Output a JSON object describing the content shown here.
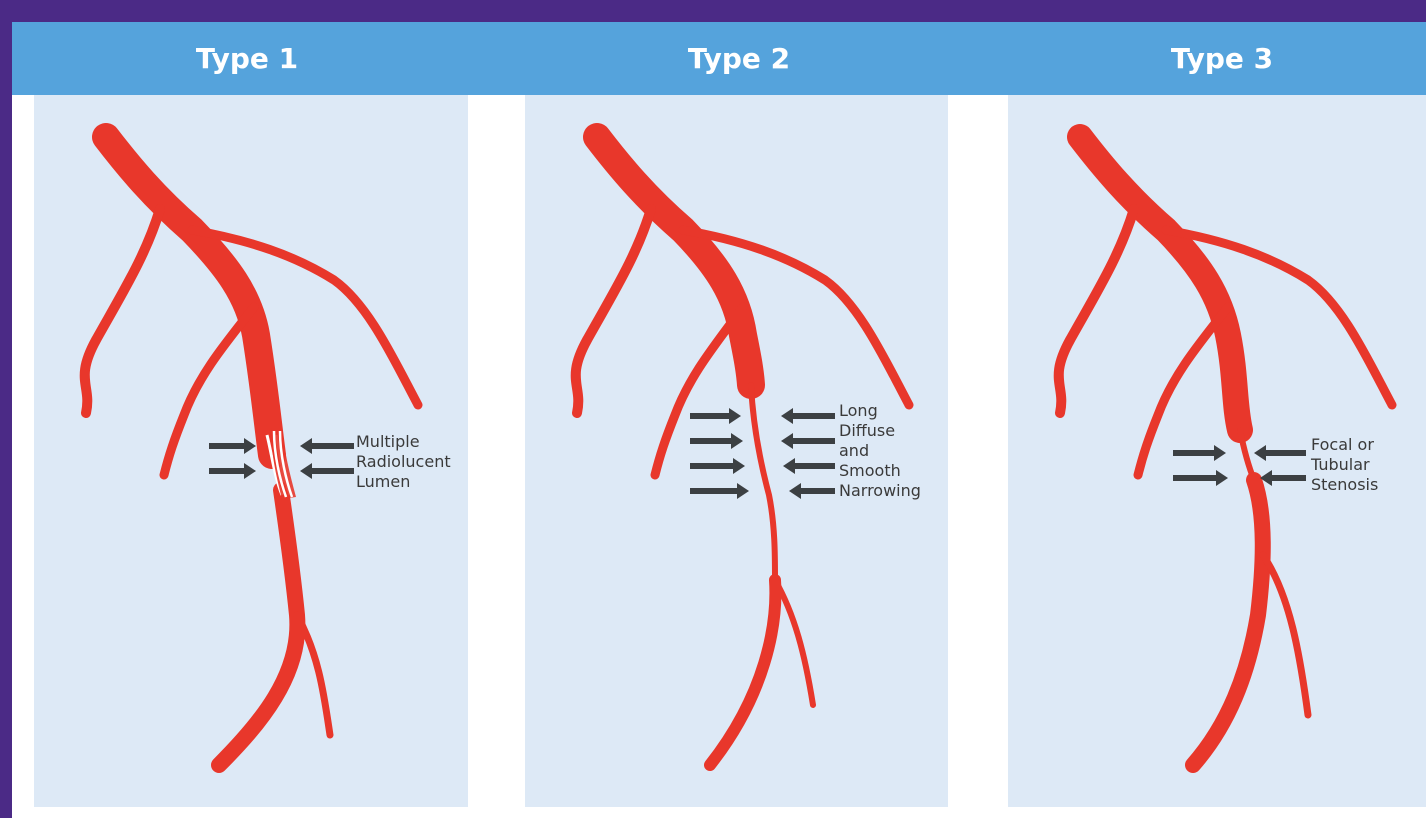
{
  "types": [
    {
      "title": "Type 1",
      "annotation": [
        "Multiple",
        "Radiolucent",
        "Lumen"
      ]
    },
    {
      "title": "Type 2",
      "annotation": [
        "Long",
        "Diffuse",
        "and",
        "Smooth",
        "Narrowing"
      ]
    },
    {
      "title": "Type 3",
      "annotation": [
        "Focal or",
        "Tubular",
        "Stenosis"
      ]
    }
  ],
  "colors": {
    "header": "#55a3dc",
    "panel": "#dde9f6",
    "vessel": "#e8372b",
    "arrow": "#3c4043",
    "frame": "#4b2a86"
  }
}
